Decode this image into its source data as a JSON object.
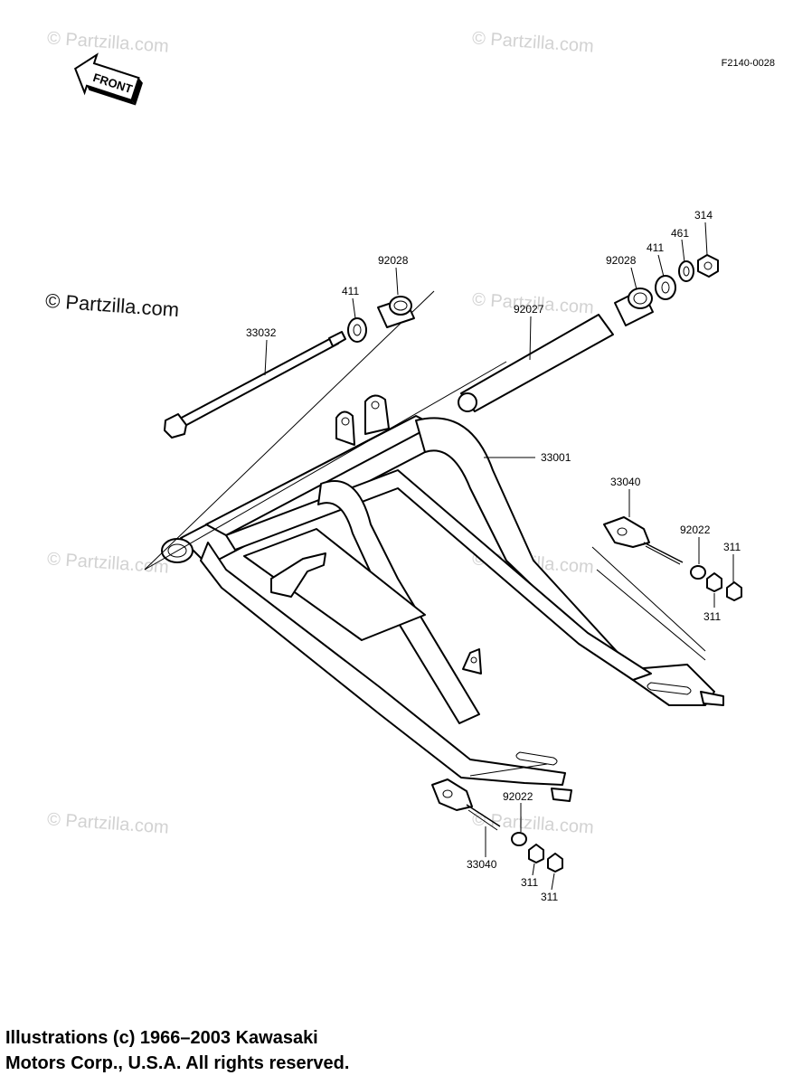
{
  "drawing_code": "F2140-0028",
  "front_arrow_text": "FRONT",
  "watermarks": {
    "faint": "© Partzilla.com",
    "strong": "© Partzilla.com"
  },
  "copyright": {
    "line1": "Illustrations (c) 1966–2003 Kawasaki",
    "line2": "Motors Corp., U.S.A.  All rights reserved."
  },
  "callouts": {
    "c314": "314",
    "c461": "461",
    "c411_right": "411",
    "c92028_right": "92028",
    "c92027": "92027",
    "c92028_left": "92028",
    "c411_left": "411",
    "c33032": "33032",
    "c33001": "33001",
    "c33040_right": "33040",
    "c92022_right": "92022",
    "c311_right_a": "311",
    "c311_right_b": "311",
    "c92022_bottom": "92022",
    "c33040_bottom": "33040",
    "c311_bottom_a": "311",
    "c311_bottom_b": "311"
  }
}
